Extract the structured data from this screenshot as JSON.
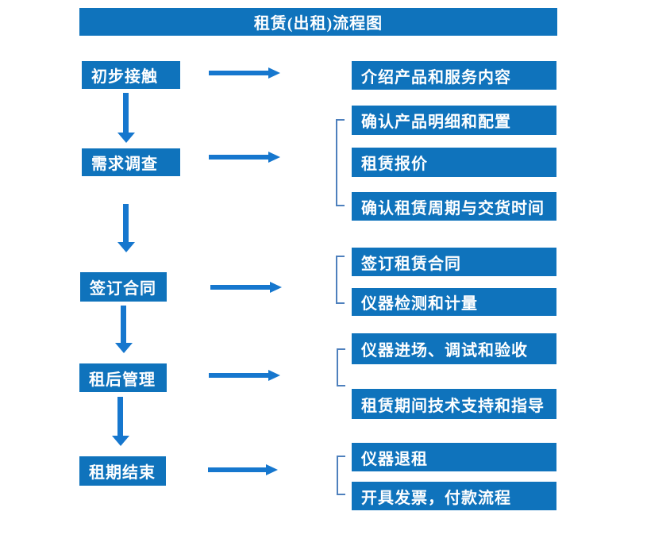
{
  "title": "租赁(出租)流程图",
  "colors": {
    "box": "#0F73BC",
    "arrow": "#1677CE",
    "bracket": "#4E80BD",
    "text": "#FFFFFF"
  },
  "stages": [
    {
      "label": "初步接触",
      "outputs": [
        "介绍产品和服务内容"
      ]
    },
    {
      "label": "需求调查",
      "outputs": [
        "确认产品明细和配置",
        "租赁报价",
        "确认租赁周期与交货时间"
      ]
    },
    {
      "label": "签订合同",
      "outputs": [
        "签订租赁合同",
        "仪器检测和计量"
      ]
    },
    {
      "label": "租后管理",
      "outputs": [
        "仪器进场、调试和验收",
        "租赁期间技术支持和指导"
      ]
    },
    {
      "label": "租期结束",
      "outputs": [
        "仪器退租",
        "开具发票，付款流程"
      ]
    }
  ]
}
